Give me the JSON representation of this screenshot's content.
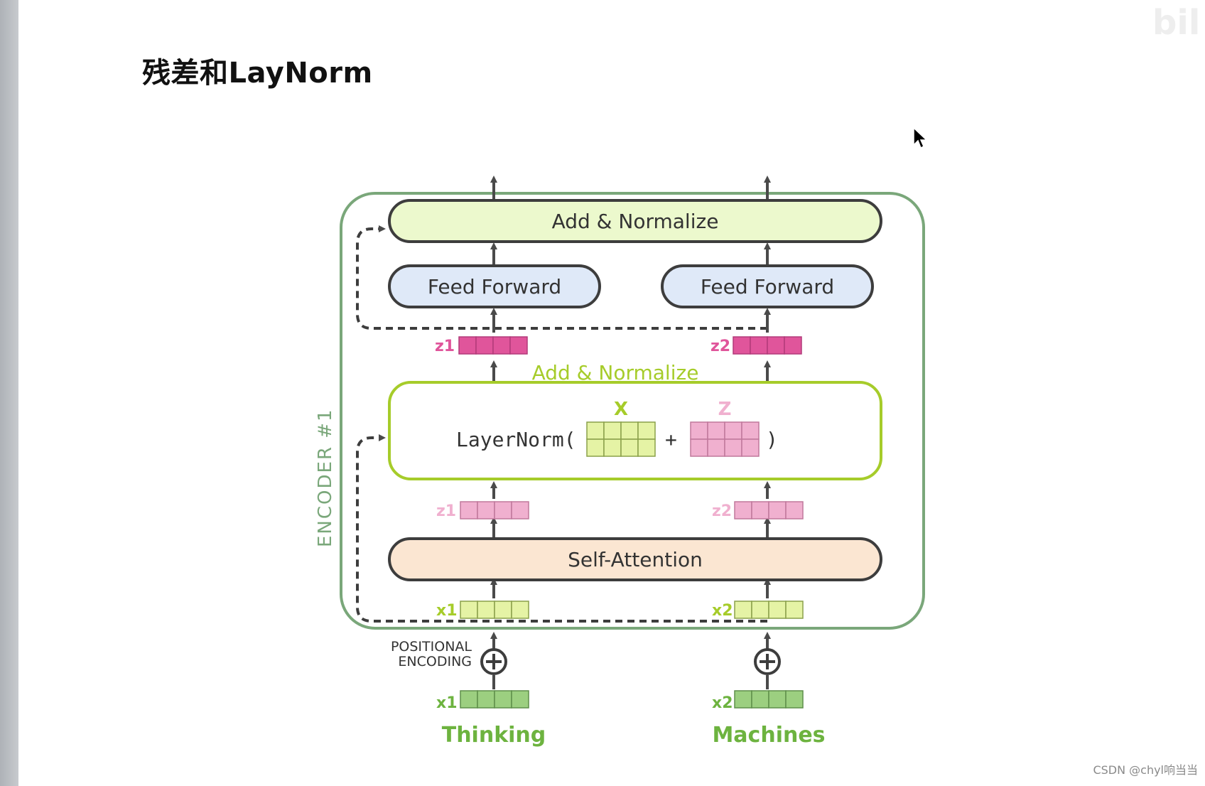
{
  "title": "残差和LayNorm",
  "watermark": "CSDN @chyl响当当",
  "encoder_label": "ENCODER #1",
  "boxes": {
    "add_norm_top": "Add & Normalize",
    "feed_forward_left": "Feed Forward",
    "feed_forward_right": "Feed Forward",
    "add_norm_middle": "Add & Normalize",
    "self_attention": "Self-Attention"
  },
  "layernorm": {
    "func": "LayerNorm(",
    "plus": "+",
    "close": ")",
    "x_label": "X",
    "z_label": "Z"
  },
  "vectors": {
    "z1_top": "z1",
    "z2_top": "z2",
    "z1_mid": "z1",
    "z2_mid": "z2",
    "x1_in": "x1",
    "x2_in": "x2",
    "x1_bottom": "x1",
    "x2_bottom": "x2"
  },
  "positional_encoding": {
    "line1": "POSITIONAL",
    "line2": "ENCODING"
  },
  "words": {
    "left": "Thinking",
    "right": "Machines"
  },
  "colors": {
    "encoder_border": "#7aa77a",
    "add_norm_top_fill": "#ecf9cd",
    "feed_forward_fill": "#dfe9f8",
    "self_attention_fill": "#fbe6d2",
    "add_norm_middle_stroke": "#a6cc2a",
    "z_dark": "#e0559b",
    "z_light": "#f0b0cf",
    "x_light": "#e5f3a5",
    "x_green": "#9ccf80",
    "word_green": "#6db33f"
  }
}
